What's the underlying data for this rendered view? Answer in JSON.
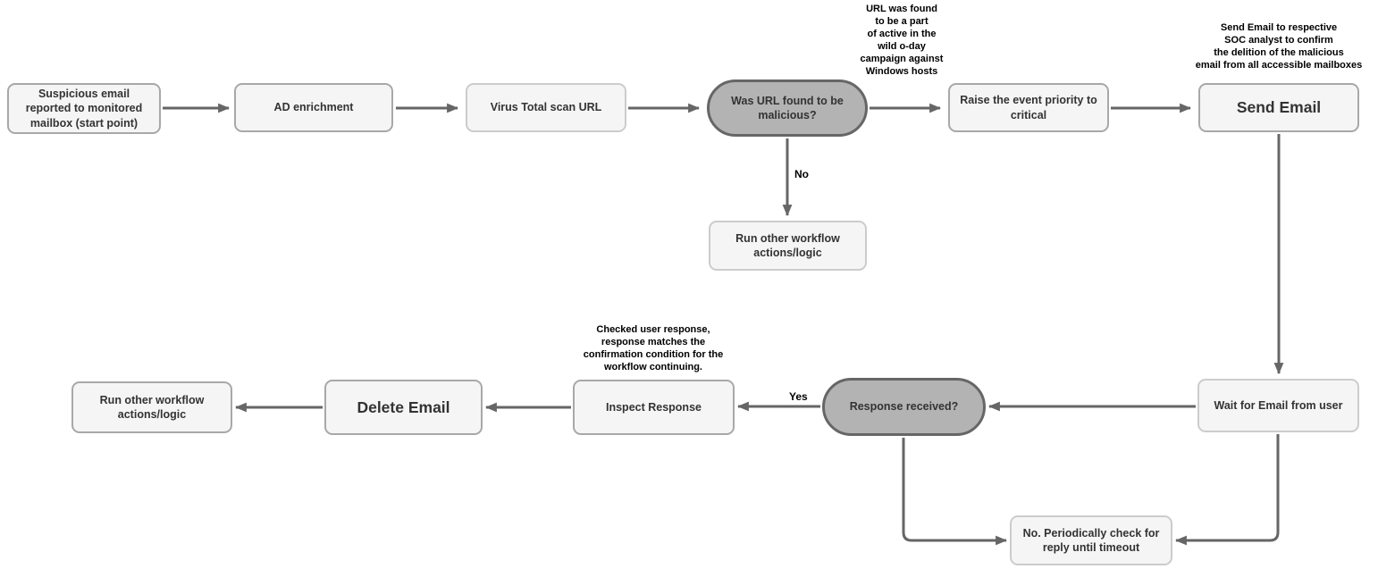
{
  "diagram": {
    "nodes": {
      "start": {
        "label": "Suspicious email\nreported to monitored\nmailbox (start point)"
      },
      "ad_enrichment": {
        "label": "AD enrichment"
      },
      "virus_total_scan": {
        "label": "Virus Total scan URL"
      },
      "url_malicious_decision": {
        "label": "Was URL found to be\nmalicious?"
      },
      "raise_priority": {
        "label": "Raise the event priority to\ncritical"
      },
      "send_email": {
        "label": "Send Email"
      },
      "run_other_workflow_top": {
        "label": "Run other workflow\nactions/logic"
      },
      "run_other_workflow_bottom": {
        "label": "Run other workflow\nactions/logic"
      },
      "delete_email": {
        "label": "Delete Email"
      },
      "inspect_response": {
        "label": "Inspect Response"
      },
      "response_received_decision": {
        "label": "Response received?"
      },
      "wait_for_email": {
        "label": "Wait for Email from user"
      },
      "periodic_check": {
        "label": "No. Periodically check for\nreply until timeout"
      }
    },
    "annotations": {
      "zero_day_campaign_note": "URL was found\nto be a part\nof active in the\nwild o-day\ncampaign against\nWindows hosts",
      "send_email_note": "Send Email to respective\nSOC analyst to confirm\nthe delition of the malicious\nemail from all accessible mailboxes",
      "inspect_response_note": "Checked user response,\nresponse matches the\nconfirmation condition for the\nworkflow continuing."
    },
    "edge_labels": {
      "no": "No",
      "yes": "Yes"
    },
    "colors": {
      "process_fill": "#f5f5f5",
      "process_border": "#a8a8a8",
      "process_border_light": "#cccccc",
      "decision_fill": "#b3b3b3",
      "decision_border": "#666666",
      "connector": "#666666",
      "text": "#333333"
    }
  }
}
